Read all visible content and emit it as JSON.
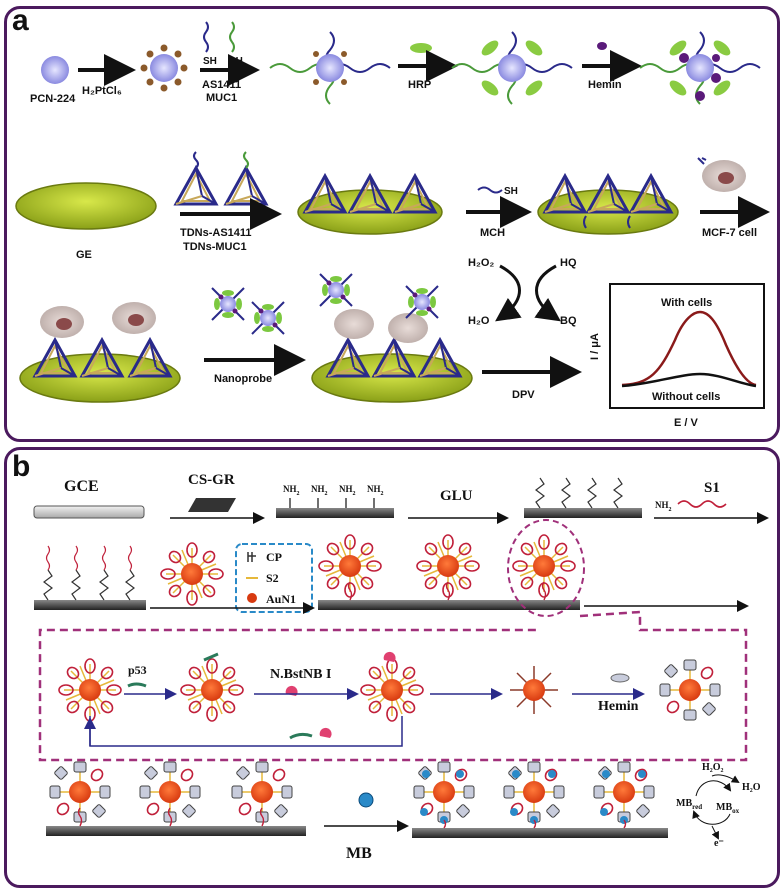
{
  "panel_a": {
    "label": "a",
    "row1": {
      "pcn": "PCN-224",
      "h2ptcl6": "H₂PtCl₆",
      "sh1": "SH",
      "sh2": "SH",
      "as1411": "AS1411",
      "muc1": "MUC1",
      "hrp": "HRP",
      "hemin": "Hemin"
    },
    "row2": {
      "ge": "GE",
      "tdns_as1411": "TDNs-AS1411",
      "tdns_muc1": "TDNs-MUC1",
      "sh": "SH",
      "mch": "MCH",
      "mcf7": "MCF-7 cell"
    },
    "row3": {
      "nanoprobe": "Nanoprobe",
      "h2o2": "H₂O₂",
      "hq": "HQ",
      "h2o": "H₂O",
      "bq": "BQ",
      "dpv": "DPV"
    },
    "plot": {
      "with_cells": "With cells",
      "without_cells": "Without cells",
      "ylabel": "I / μA",
      "xlabel": "E / V"
    }
  },
  "panel_b": {
    "label": "b",
    "row1": {
      "gce": "GCE",
      "csgr": "CS-GR",
      "nh2": "NH",
      "nh2_sub": "2",
      "glu": "GLU",
      "s1": "S1"
    },
    "legend": {
      "cp": "CP",
      "s2": "S2",
      "aun1": "AuN1"
    },
    "row3": {
      "p53": "p53",
      "enzyme": "N.BstNB I",
      "hemin": "Hemin"
    },
    "row4": {
      "mb": "MB",
      "h2o2": "H₂O₂",
      "h2o": "H₂O",
      "mb_red": "MB",
      "mb_red_sub": "red",
      "mb_ox": "MB",
      "mb_ox_sub": "ox",
      "e": "e⁻"
    }
  }
}
